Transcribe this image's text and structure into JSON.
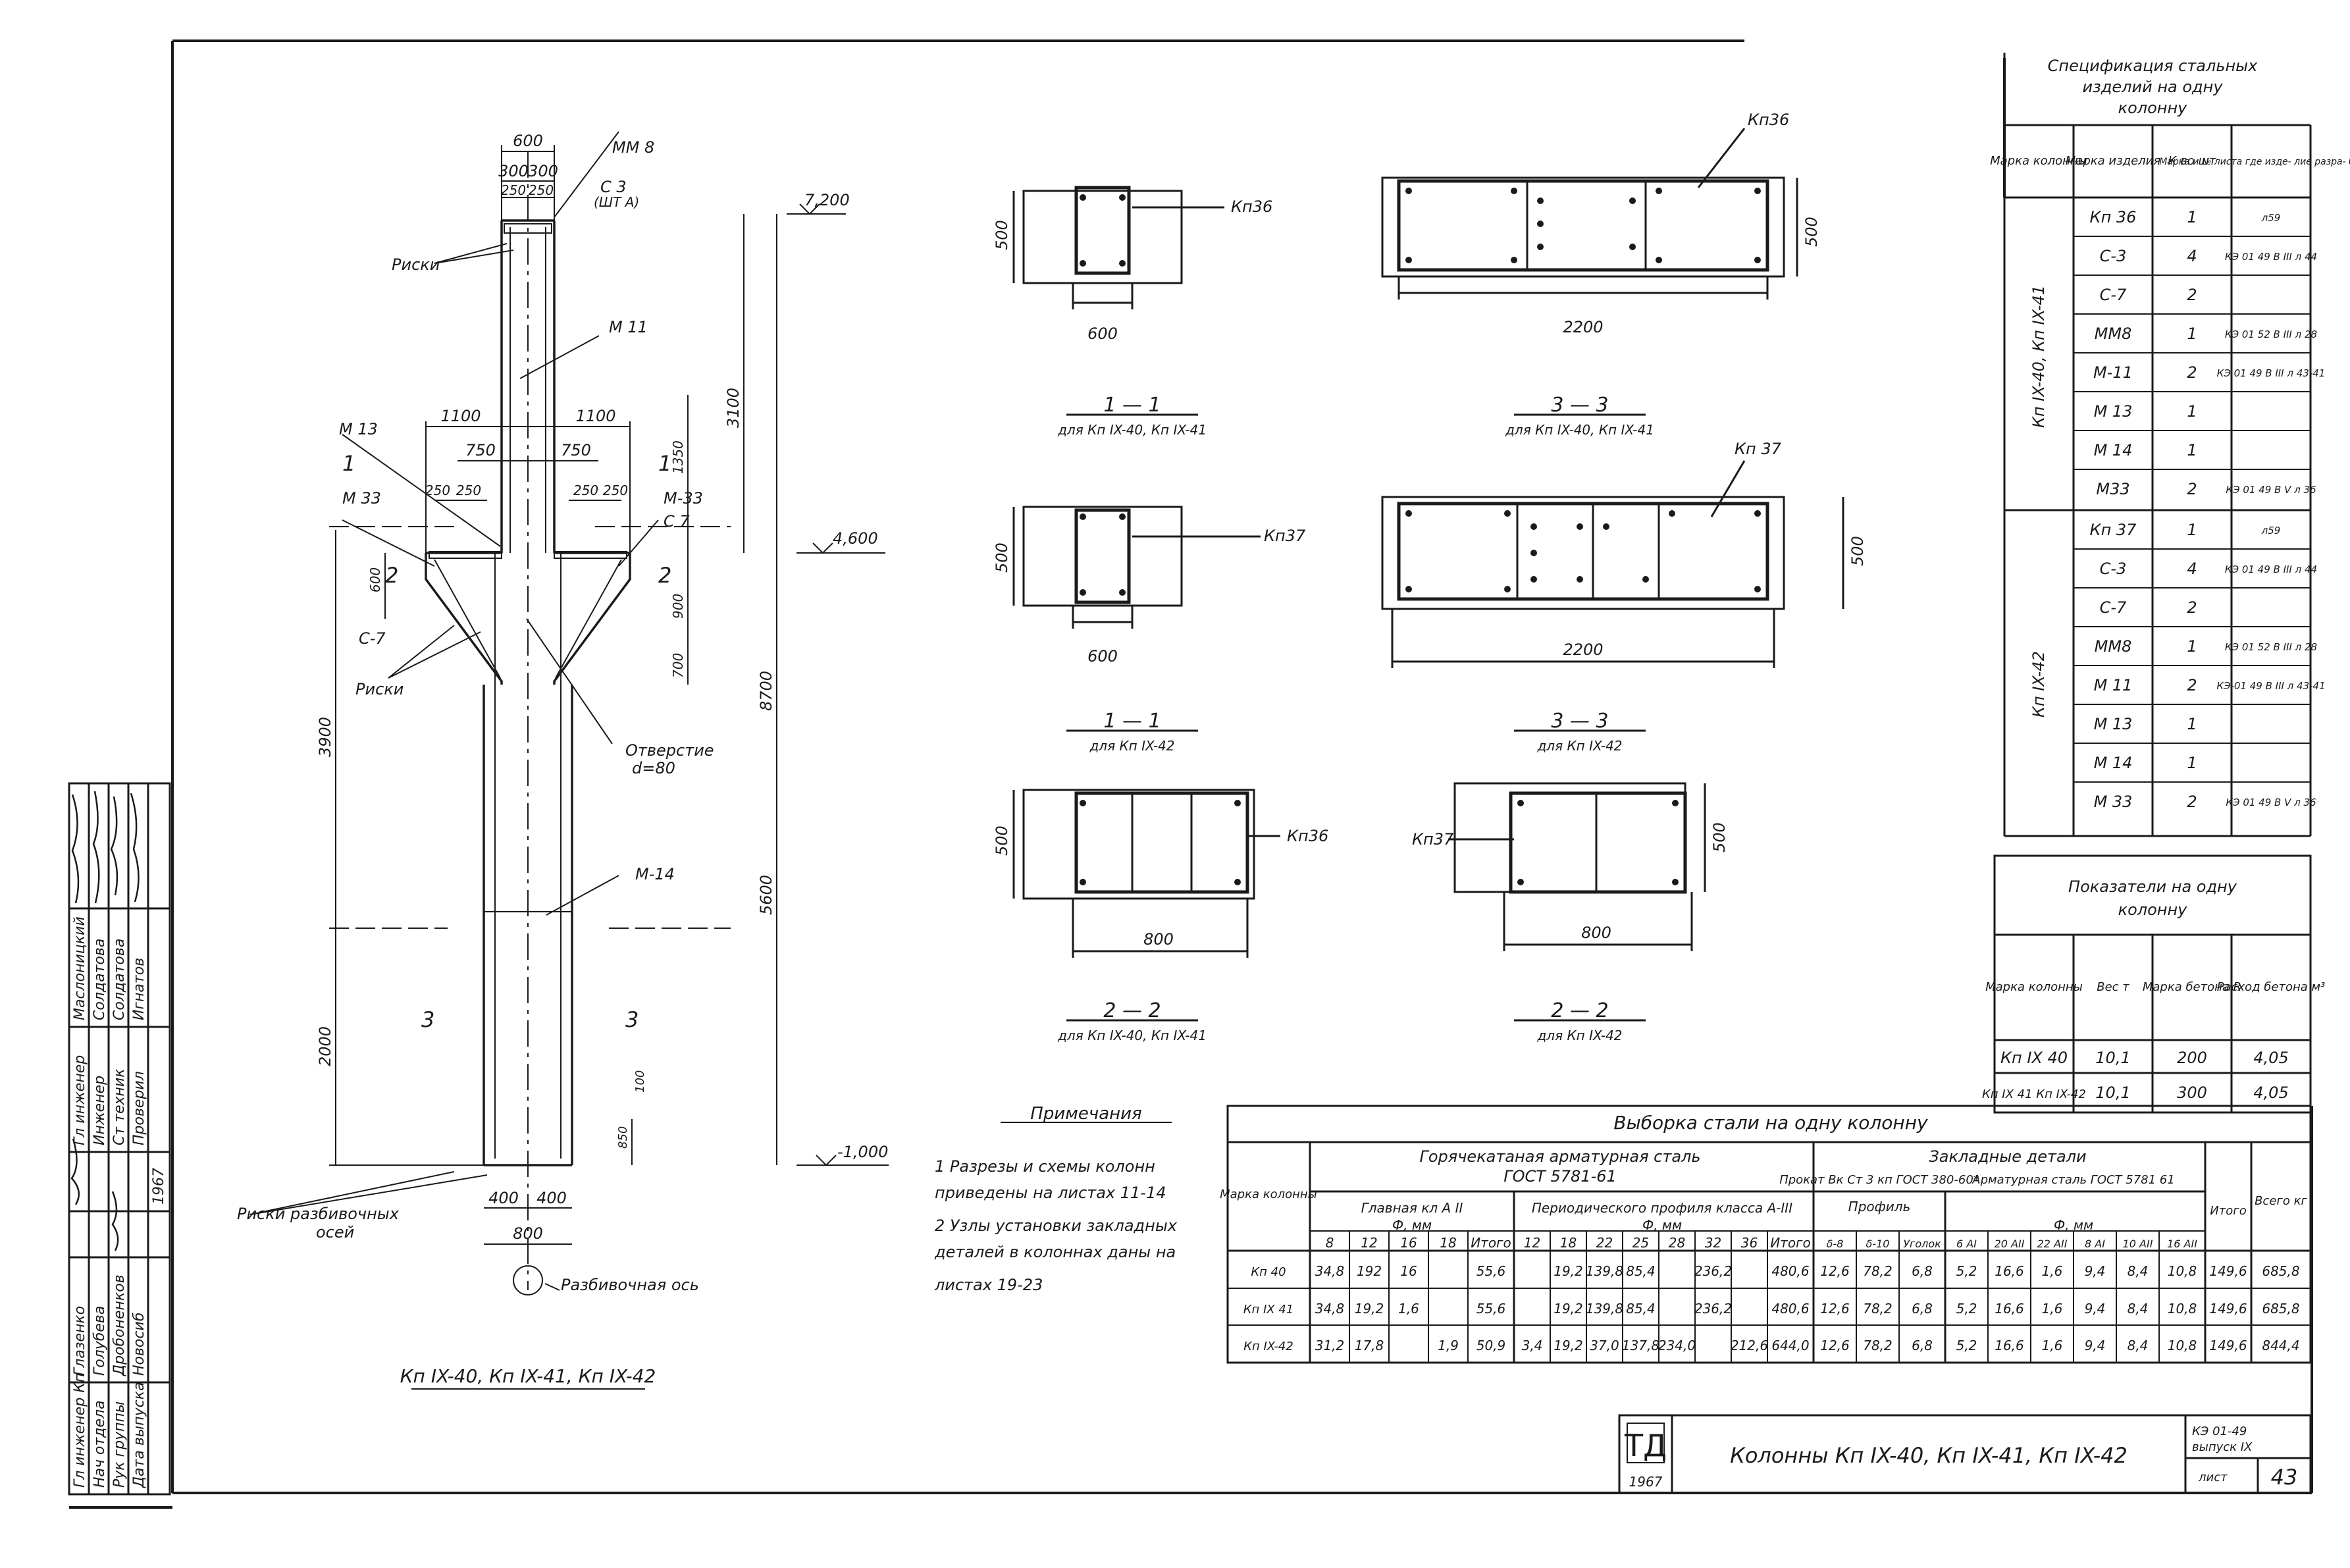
{
  "column_drawing": {
    "dims": {
      "top_width": "600",
      "top_half_l": "300",
      "top_half_r": "300",
      "top_q1": "250",
      "top_q2": "250",
      "console_l": "1100",
      "console_r": "1100",
      "console_in_l": "750",
      "console_in_r": "750",
      "plate_l1": "250",
      "plate_l2": "250",
      "plate_r1": "250",
      "plate_r2": "250",
      "bottom_l": "400",
      "bottom_r": "400",
      "bottom_total": "800",
      "h_3900": "3900",
      "h_2000": "2000",
      "h_600": "600",
      "h_900": "900",
      "h_700": "700",
      "h_1350": "1350",
      "h_3100": "3100",
      "h_8700": "8700",
      "h_5600": "5600",
      "h_100": "100",
      "h_850": "850"
    },
    "levels": {
      "top": "7,200",
      "console": "4,600",
      "bottom": "-1,000"
    },
    "labels": {
      "mm8": "ММ 8",
      "c3": "С 3",
      "c3_sub": "(ШТ А)",
      "riski_top": "Риски",
      "m11": "М 11",
      "m13": "М 13",
      "m33_l": "М 33",
      "m33_r": "М-33",
      "c7_r": "С 7",
      "c7_l": "С-7",
      "riski_mid": "Риски",
      "otverstie": "Отверстие",
      "d80": "d=80",
      "m14": "М-14",
      "riski_axes": "Риски разбивочных",
      "axes": "осей",
      "axis_label": "Разбивочная ось",
      "sec1_l": "1",
      "sec1_r": "1",
      "sec2_l": "2",
      "sec2_r": "2",
      "sec3_l": "3",
      "sec3_r": "3"
    },
    "caption": "Кп IX-40, Кп IX-41, Кп IX-42"
  },
  "sections": [
    {
      "mark": "Кп36",
      "w": "600",
      "h": "500",
      "title": "1 — 1",
      "sub": "для Кп IX-40, Кп IX-41"
    },
    {
      "mark": "Кп36",
      "w": "2200",
      "h": "500",
      "title": "3 — 3",
      "sub": "для Кп IX-40, Кп IX-41"
    },
    {
      "mark": "Кп37",
      "w": "600",
      "h": "500",
      "title": "1 — 1",
      "sub": "для Кп IX-42"
    },
    {
      "mark": "Кп 37",
      "w": "2200",
      "h": "500",
      "title": "3 — 3",
      "sub": "для Кп IX-42"
    },
    {
      "mark": "Кп36",
      "w": "800",
      "h": "500",
      "title": "2 — 2",
      "sub": "для Кп IX-40, Кп IX-41"
    },
    {
      "mark": "Кп37",
      "w": "800",
      "h": "500",
      "title": "2 — 2",
      "sub": "для Кп IX-42"
    }
  ],
  "notes": {
    "title": "Примечания",
    "lines": [
      "1 Разрезы и схемы колонн",
      "приведены на листах 11-14",
      "2 Узлы установки закладных",
      "деталей в колоннах даны на",
      "листах 19-23"
    ]
  },
  "spec_table": {
    "title": [
      "Спецификация стальных",
      "изделий на одну",
      "колонну"
    ],
    "headers": [
      "Марка колонны",
      "Марка изделия",
      "К во шт",
      "Марка и № листа где изде- лие разра- ботано"
    ],
    "groups": [
      {
        "column": "Кп IX-40, Кп IX-41",
        "rows": [
          [
            "Кп 36",
            "1",
            "л59"
          ],
          [
            "С-3",
            "4",
            "КЭ 01 49 В III л 44"
          ],
          [
            "С-7",
            "2",
            ""
          ],
          [
            "ММ8",
            "1",
            "КЭ 01 52 В III л 28"
          ],
          [
            "М-11",
            "2",
            "КЭ 01 49 В III л 43-41"
          ],
          [
            "М 13",
            "1",
            ""
          ],
          [
            "М 14",
            "1",
            ""
          ],
          [
            "М33",
            "2",
            "КЭ 01 49 В V л 36"
          ]
        ]
      },
      {
        "column": "Кп IX-42",
        "rows": [
          [
            "Кп 37",
            "1",
            "л59"
          ],
          [
            "С-3",
            "4",
            "КЭ 01 49 В III л 44"
          ],
          [
            "С-7",
            "2",
            ""
          ],
          [
            "ММ8",
            "1",
            "КЭ 01 52 В III л 28"
          ],
          [
            "М 11",
            "2",
            "КЭ-01 49 В III л 43-41"
          ],
          [
            "М 13",
            "1",
            ""
          ],
          [
            "М 14",
            "1",
            ""
          ],
          [
            "М 33",
            "2",
            "КЭ 01 49 В V л 36"
          ]
        ]
      }
    ]
  },
  "indicators_table": {
    "title": [
      "Показатели на одну",
      "колонну"
    ],
    "headers": [
      "Марка колонны",
      "Вес т",
      "Марка бетона R",
      "Расход бетона м³"
    ],
    "rows": [
      [
        "Кп IX 40",
        "10,1",
        "200",
        "4,05"
      ],
      [
        "Кп IX 41 Кп IX-42",
        "10,1",
        "300",
        "4,05"
      ]
    ]
  },
  "steel_table": {
    "title": "Выборка стали на одну колонну",
    "h_rebar": "Горячекатаная арматурная сталь",
    "h_rebar_gost": "ГОСТ 5781-61",
    "h_main": "Главная кл А II",
    "h_main_unit": "Ф, мм",
    "h_trans": "Периодического профиля класса А-III",
    "h_trans_unit": "Ф, мм",
    "h_emb": "Закладные детали",
    "h_emb_l": "Прокат Вк Ст 3 кп ГОСТ 380-60*",
    "h_emb_l2": "Профиль",
    "h_emb_r": "Арматурная сталь ГОСТ 5781 61",
    "h_emb_r_unit": "Ф, мм",
    "h_total": "Итого",
    "h_grand": "Всего кг",
    "h_mark": "Марка колонны",
    "sub_main": [
      "8",
      "12",
      "16",
      "18",
      "Итого"
    ],
    "sub_trans": [
      "12",
      "18",
      "22",
      "25",
      "28",
      "32",
      "36",
      "Итого"
    ],
    "sub_emb_l": [
      "δ-8",
      "δ-10",
      "Уголок"
    ],
    "sub_emb_r": [
      "6 AI",
      "20 AII",
      "22 AII",
      "8 AI",
      "10 AII",
      "16 AII"
    ],
    "rows": [
      {
        "mark": "Кп 40",
        "main": [
          "34,8",
          "192",
          "16",
          "",
          "55,6"
        ],
        "trans": [
          "",
          "19,2",
          "139,8",
          "85,4",
          "",
          "236,2",
          "",
          "480,6"
        ],
        "el": [
          "12,6",
          "78,2",
          "6,8"
        ],
        "er": [
          "5,2",
          "16,6",
          "1,6",
          "9,4",
          "8,4",
          "10,8"
        ],
        "tot": "149,6",
        "grand": "685,8"
      },
      {
        "mark": "Кп IX 41",
        "main": [
          "34,8",
          "19,2",
          "1,6",
          "",
          "55,6"
        ],
        "trans": [
          "",
          "19,2",
          "139,8",
          "85,4",
          "",
          "236,2",
          "",
          "480,6"
        ],
        "el": [
          "12,6",
          "78,2",
          "6,8"
        ],
        "er": [
          "5,2",
          "16,6",
          "1,6",
          "9,4",
          "8,4",
          "10,8"
        ],
        "tot": "149,6",
        "grand": "685,8"
      },
      {
        "mark": "Кп IX-42",
        "main": [
          "31,2",
          "17,8",
          "",
          "1,9",
          "50,9"
        ],
        "trans": [
          "3,4",
          "19,2",
          "37,0",
          "137,8",
          "234,0",
          "",
          "212,6",
          "644,0"
        ],
        "el": [
          "12,6",
          "78,2",
          "6,8"
        ],
        "er": [
          "5,2",
          "16,6",
          "1,6",
          "9,4",
          "8,4",
          "10,8"
        ],
        "tot": "149,6",
        "grand": "844,4"
      }
    ]
  },
  "stamp_side": {
    "roles": [
      "Гл инженер Кп",
      "Нач отдела",
      "Рук группы",
      "Дата выпуска"
    ],
    "names": [
      "Глазенко",
      "Голубева",
      "Дробоненков",
      "Новосиб"
    ],
    "roles2": [
      "Гл инженер",
      "Инженер",
      "Ст техник",
      "Проверил"
    ],
    "names2": [
      "Маслоницкий",
      "Солдатова",
      "Солдатова",
      "Игнатов"
    ],
    "year": "1967"
  },
  "title_block": {
    "logo": "ТД",
    "year": "1967",
    "title": "Колонны Кп IX-40, Кп IX-41, Кп IX-42",
    "series": "КЭ 01-49",
    "issue": "выпуск IX",
    "sheet_label": "лист",
    "sheet": "43"
  }
}
